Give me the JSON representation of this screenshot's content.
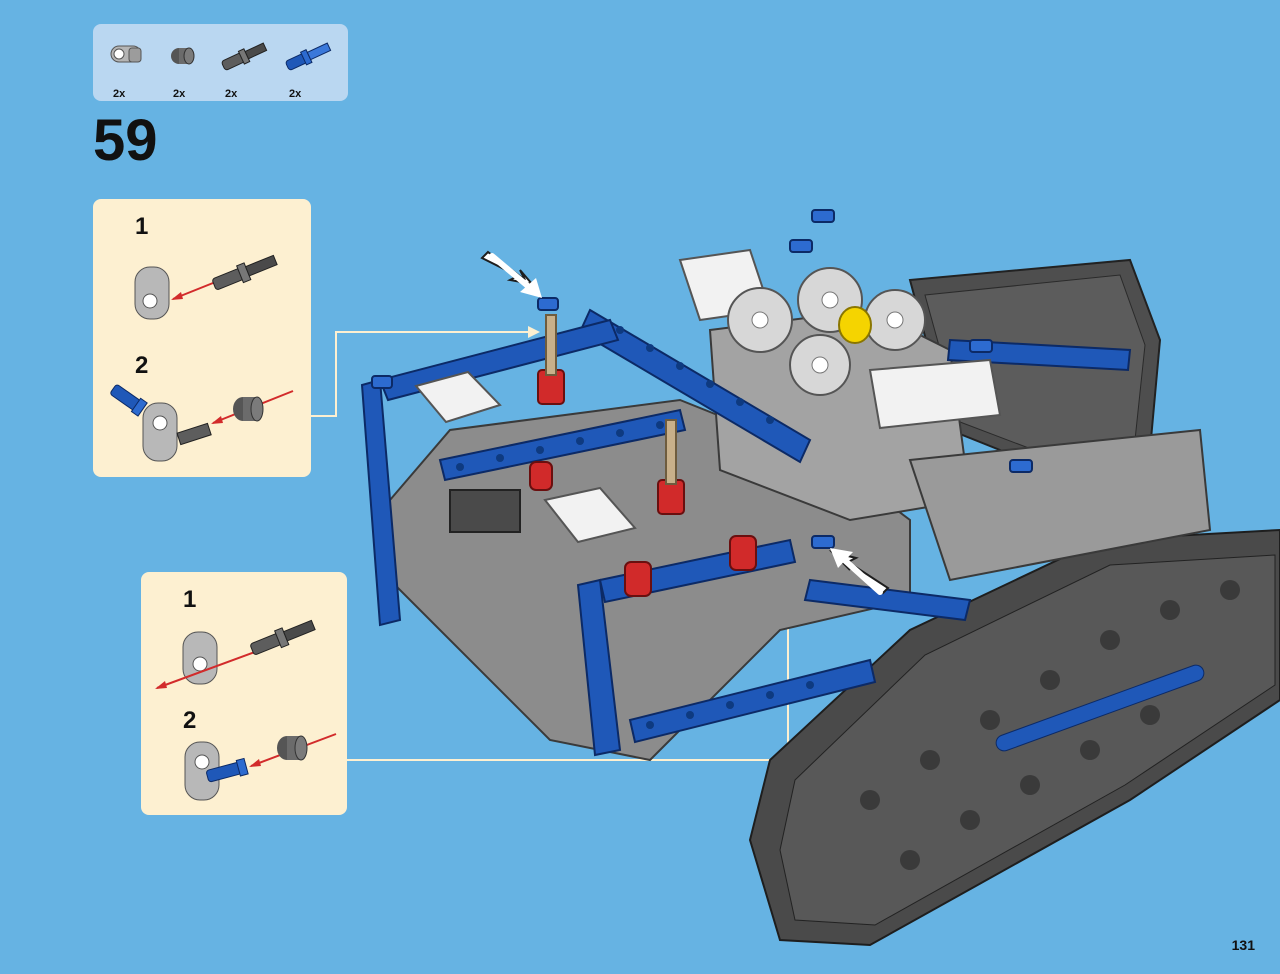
{
  "step": {
    "number": "59"
  },
  "parts": [
    {
      "qty": "2x",
      "icon": "beam-connector-icon",
      "color": "#a9a9a9"
    },
    {
      "qty": "2x",
      "icon": "bush-icon",
      "color": "#6b6b6b"
    },
    {
      "qty": "2x",
      "icon": "axle-pin-icon",
      "color": "#5d5d5d"
    },
    {
      "qty": "2x",
      "icon": "blue-pin-icon",
      "color": "#1f58b8"
    }
  ],
  "subassembly_top": {
    "step1": "1",
    "step2": "2"
  },
  "subassembly_bottom": {
    "step1": "1",
    "step2": "2"
  },
  "page": {
    "number": "131"
  },
  "colors": {
    "background": "#66b3e3",
    "callout": "#fdf0d1",
    "parts_box": "#bad7f1",
    "technic_blue": "#1f58b8",
    "technic_gray": "#8c8c8c",
    "dark_gray": "#4e4e4e",
    "arrow_red": "#d22b2b"
  }
}
